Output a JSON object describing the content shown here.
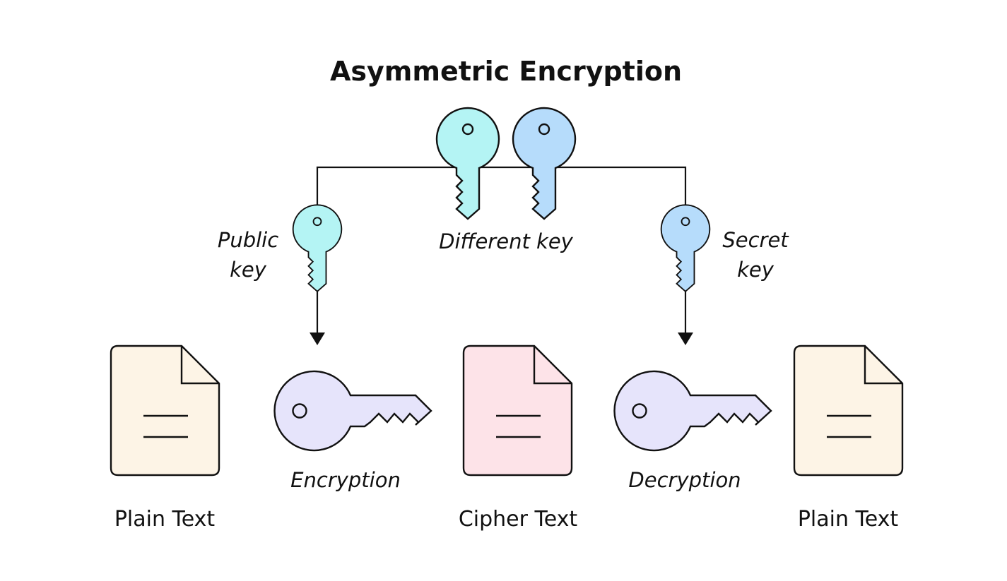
{
  "title": "Asymmetric Encryption",
  "colors": {
    "public_key": "#b4f4f4",
    "secret_key": "#b6dcfb",
    "process_key": "#e6e4fb",
    "plain_doc": "#fdf4e6",
    "cipher_doc": "#fde3e8",
    "stroke": "#111111"
  },
  "labels": {
    "public_key": [
      "Public",
      "key"
    ],
    "secret_key": [
      "Secret",
      "key"
    ],
    "different_key": "Different key",
    "encryption": "Encryption",
    "decryption": "Decryption"
  },
  "documents": [
    {
      "label": "Plain Text",
      "kind": "plain"
    },
    {
      "label": "Cipher Text",
      "kind": "cipher"
    },
    {
      "label": "Plain Text",
      "kind": "plain"
    }
  ]
}
